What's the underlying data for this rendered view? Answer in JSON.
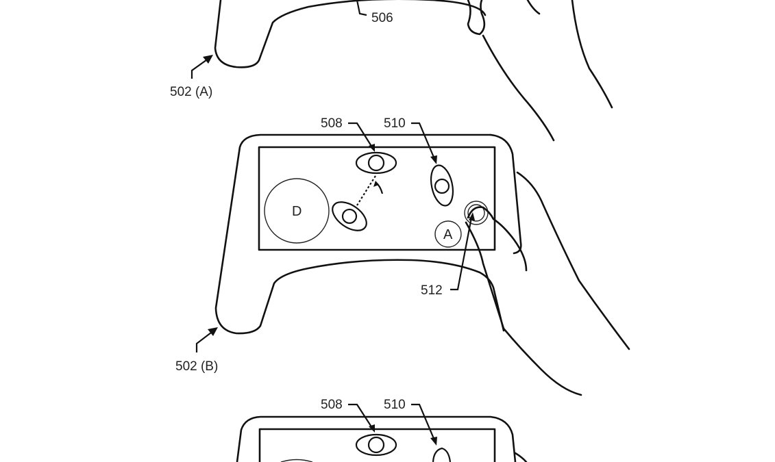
{
  "figure": {
    "panels": [
      {
        "id": "top",
        "device_label": "502 (A)",
        "callouts": [
          "506"
        ]
      },
      {
        "id": "middle",
        "device_label": "502 (B)",
        "callouts": [
          "508",
          "510",
          "512"
        ],
        "screen_buttons": {
          "dpad": "D",
          "action": "A"
        }
      },
      {
        "id": "bottom",
        "callouts": [
          "508",
          "510"
        ]
      }
    ]
  }
}
